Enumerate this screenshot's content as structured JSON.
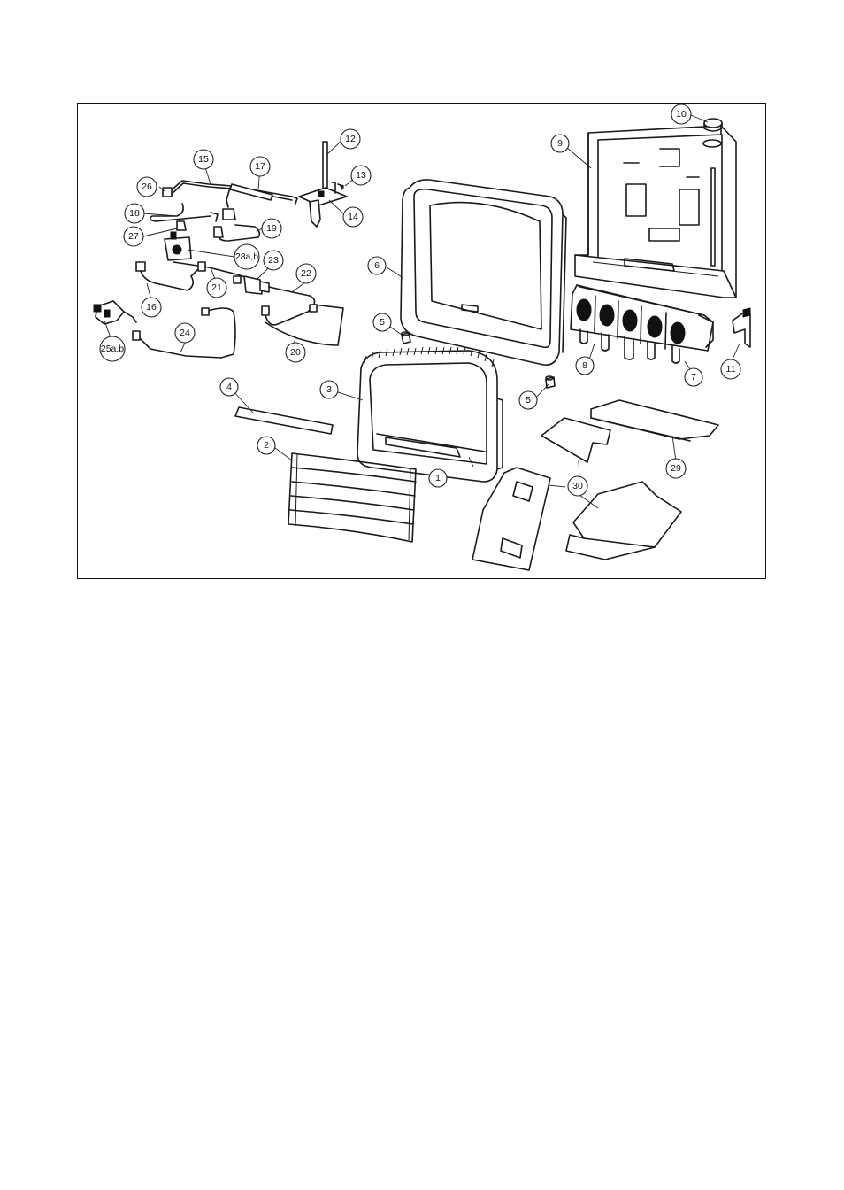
{
  "diagram": {
    "callouts": [
      {
        "id": "c1",
        "label": "1"
      },
      {
        "id": "c2",
        "label": "2"
      },
      {
        "id": "c3",
        "label": "3"
      },
      {
        "id": "c4",
        "label": "4"
      },
      {
        "id": "c5a",
        "label": "5"
      },
      {
        "id": "c5b",
        "label": "5"
      },
      {
        "id": "c6",
        "label": "6"
      },
      {
        "id": "c7",
        "label": "7"
      },
      {
        "id": "c8",
        "label": "8"
      },
      {
        "id": "c9",
        "label": "9"
      },
      {
        "id": "c10",
        "label": "10"
      },
      {
        "id": "c11",
        "label": "11"
      },
      {
        "id": "c12",
        "label": "12"
      },
      {
        "id": "c13",
        "label": "13"
      },
      {
        "id": "c14",
        "label": "14"
      },
      {
        "id": "c15",
        "label": "15"
      },
      {
        "id": "c16",
        "label": "16"
      },
      {
        "id": "c17",
        "label": "17"
      },
      {
        "id": "c18",
        "label": "18"
      },
      {
        "id": "c19",
        "label": "19"
      },
      {
        "id": "c20",
        "label": "20"
      },
      {
        "id": "c21",
        "label": "21"
      },
      {
        "id": "c22",
        "label": "22"
      },
      {
        "id": "c23",
        "label": "23"
      },
      {
        "id": "c24",
        "label": "24"
      },
      {
        "id": "c25",
        "label": "25a,b"
      },
      {
        "id": "c26",
        "label": "26"
      },
      {
        "id": "c27",
        "label": "27"
      },
      {
        "id": "c28",
        "label": "28a,b"
      },
      {
        "id": "c29",
        "label": "29"
      },
      {
        "id": "c30",
        "label": "30"
      }
    ]
  }
}
